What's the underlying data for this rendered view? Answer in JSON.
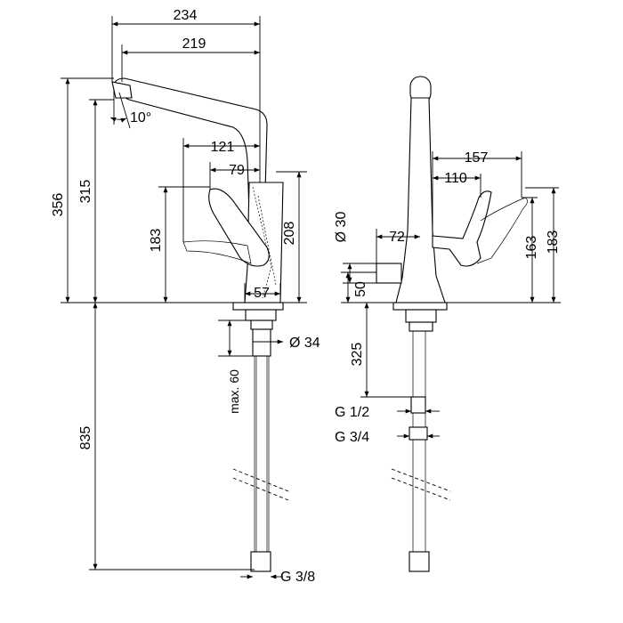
{
  "side_view": {
    "dims": {
      "width_total": "234",
      "spout_reach": "219",
      "spray_angle": "10°",
      "lever_reach": "121",
      "lever_offset": "79",
      "height_total": "356",
      "spout_height": "315",
      "lever_height": "183",
      "body_height": "208",
      "base_width": "57",
      "max_thickness": "max. 60",
      "hole_diameter": "Ø 34",
      "hose_length": "835",
      "connector": "G 3/8"
    }
  },
  "front_view": {
    "dims": {
      "lever_width": "157",
      "lever_inner": "110",
      "valve_diameter": "Ø 30",
      "valve_offset": "72",
      "valve_height": "50",
      "lever_height_outer": "183",
      "lever_height_inner": "163",
      "shank_length": "325",
      "thread_a": "G 1/2",
      "thread_b": "G 3/4"
    }
  }
}
